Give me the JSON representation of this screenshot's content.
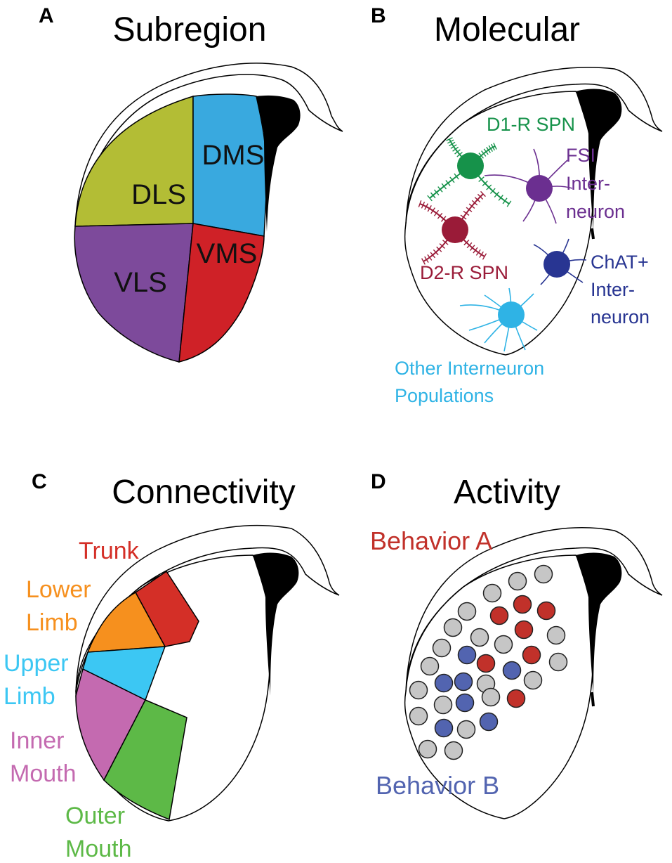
{
  "panels": {
    "a": {
      "letter": "A",
      "title": "Subregion",
      "regions": {
        "dls": {
          "label": "DLS",
          "color": "#b3bd35"
        },
        "dms": {
          "label": "DMS",
          "color": "#39a9df"
        },
        "vls": {
          "label": "VLS",
          "color": "#7d4a9b"
        },
        "vms": {
          "label": "VMS",
          "color": "#cf2127"
        }
      }
    },
    "b": {
      "letter": "B",
      "title": "Molecular",
      "cells": {
        "d1": {
          "label": "D1-R SPN",
          "color": "#16924a"
        },
        "d2": {
          "label": "D2-R SPN",
          "color": "#9a1b38"
        },
        "fsi": {
          "label_1": "FSI",
          "label_2": "Inter-",
          "label_3": "neuron",
          "color": "#6b2f90"
        },
        "chat": {
          "label_1": "ChAT+",
          "label_2": "Inter-",
          "label_3": "neuron",
          "color": "#283592"
        },
        "other": {
          "label_1": "Other Interneuron",
          "label_2": "Populations",
          "color": "#2fb3e5"
        }
      }
    },
    "c": {
      "letter": "C",
      "title": "Connectivity",
      "regions": {
        "trunk": {
          "label": "Trunk",
          "color": "#d42f27"
        },
        "lower_limb": {
          "label_1": "Lower",
          "label_2": "Limb",
          "color": "#f6901e"
        },
        "upper_limb": {
          "label_1": "Upper",
          "label_2": "Limb",
          "color": "#3cc7f3"
        },
        "inner_mouth": {
          "label_1": "Inner",
          "label_2": "Mouth",
          "color": "#c46ab0"
        },
        "outer_mouth": {
          "label_1": "Outer",
          "label_2": "Mouth",
          "color": "#5db947"
        }
      }
    },
    "d": {
      "letter": "D",
      "title": "Activity",
      "behavior_a": {
        "label": "Behavior A",
        "color": "#c1312a"
      },
      "behavior_b": {
        "label": "Behavior B",
        "color": "#5264b0"
      },
      "inactive_color": "#c6c6c6"
    }
  }
}
